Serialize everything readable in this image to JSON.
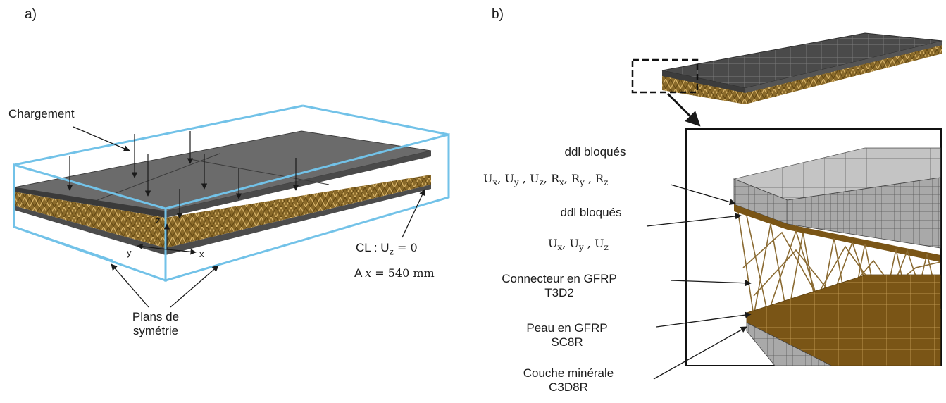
{
  "panel_a": {
    "label": "a)",
    "loading_label": "Chargement",
    "axis_x": "x",
    "axis_y": "y",
    "axis_z": "z",
    "bc_label": "CL : U",
    "bc_sub": "z",
    "bc_value": " = 0",
    "pos_prefix": "A ",
    "pos_var": "x",
    "pos_value": " = 540 mm",
    "symmetry_line1": "Plans de",
    "symmetry_line2": "symétrie"
  },
  "panel_b": {
    "label": "b)",
    "dof_label_1": "ddl bloqués",
    "dof_label_2": "ddl bloqués",
    "connector_line1": "Connecteur en GFRP",
    "connector_line2": "T3D2",
    "skin_line1": "Peau en GFRP",
    "skin_line2": "SC8R",
    "mineral_line1": "Couche minérale",
    "mineral_line2": "C3D8R",
    "dof_set_1": [
      {
        "sym": "U",
        "sub": "x",
        "sep": ", "
      },
      {
        "sym": "U",
        "sub": "y",
        "sep": " , "
      },
      {
        "sym": "U",
        "sub": "z",
        "sep": ", "
      },
      {
        "sym": "R",
        "sub": "x",
        "sep": ", "
      },
      {
        "sym": "R",
        "sub": "y",
        "sep": " , "
      },
      {
        "sym": "R",
        "sub": "z",
        "sep": ""
      }
    ],
    "dof_set_2": [
      {
        "sym": "U",
        "sub": "x",
        "sep": ", "
      },
      {
        "sym": "U",
        "sub": "y",
        "sep": " , "
      },
      {
        "sym": "U",
        "sub": "z",
        "sep": ""
      }
    ]
  },
  "colors": {
    "top_slab": "#5b5b5b",
    "core": "#8a6a2a",
    "symmetry_plane": "#72c2e8",
    "mesh_grey": "#a8a8a8",
    "skin_brown": "#7a5516"
  }
}
